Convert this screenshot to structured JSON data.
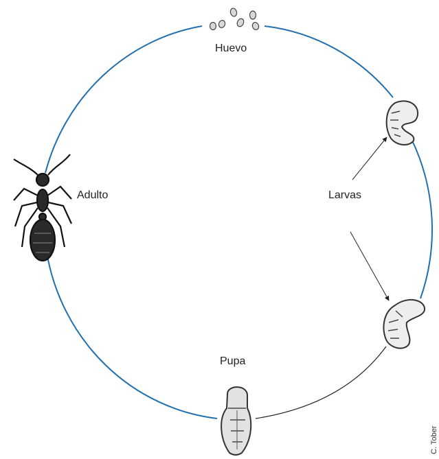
{
  "diagram": {
    "stages": {
      "egg": "Huevo",
      "larvae": "Larvas",
      "adult": "Adulto",
      "pupa": "Pupa"
    },
    "credit": "C. Tober",
    "colors": {
      "cycle_line": "#1f6fb0",
      "connector_line": "#222222",
      "drawing": "#333333"
    }
  }
}
